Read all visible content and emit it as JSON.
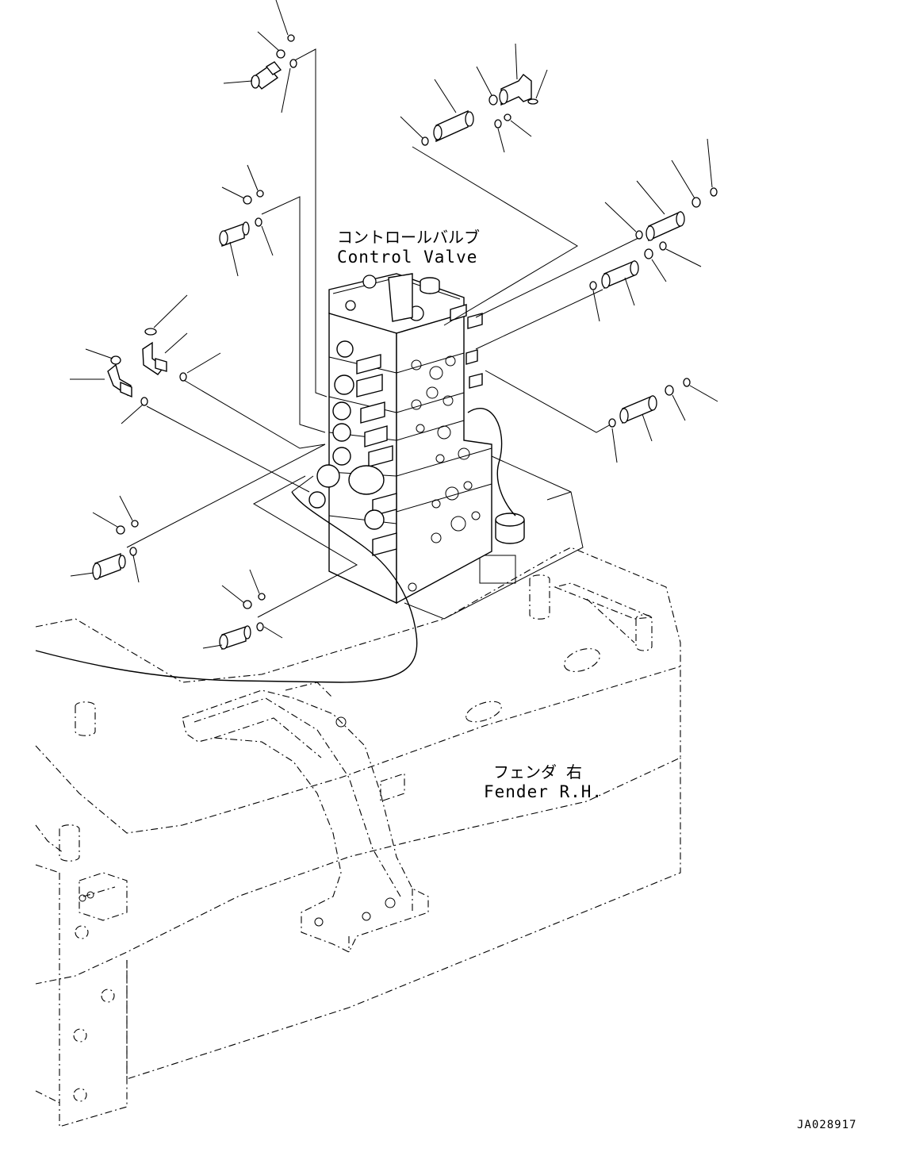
{
  "labels": {
    "control_valve_jp": "コントロールバルブ",
    "control_valve_en": "Control Valve",
    "fender_jp": "フェンダ 右",
    "fender_en": "Fender R.H."
  },
  "drawing_number": "JA028917"
}
